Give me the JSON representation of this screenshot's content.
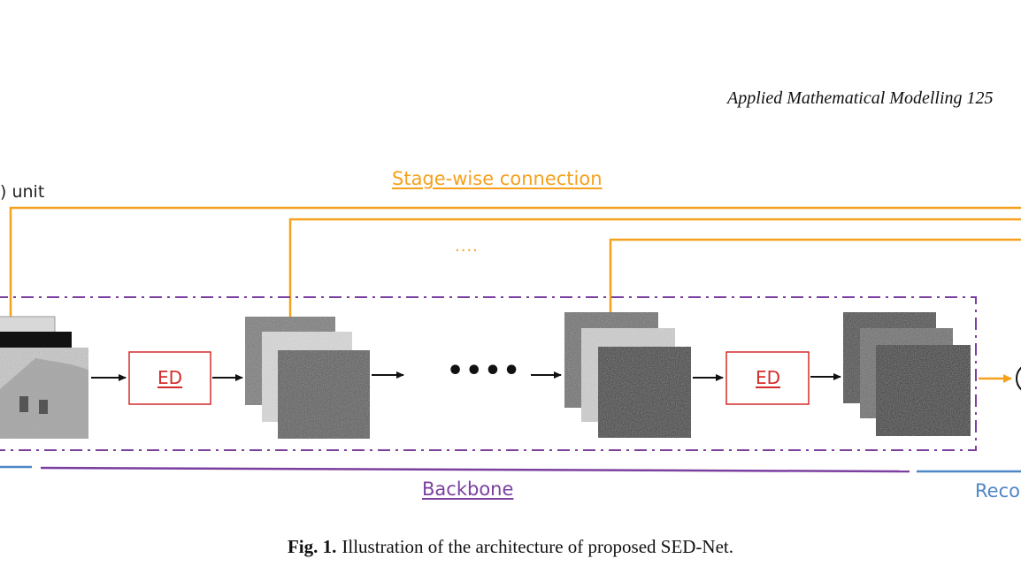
{
  "header": {
    "journal": "Applied Mathematical Modelling 125"
  },
  "diagram": {
    "unit_label": ") unit",
    "stage_label": "Stage-wise connection",
    "stage_dots": "....",
    "block_label_1": "ED",
    "block_label_2": "ED",
    "middle_dots": "••••",
    "backbone_label": "Backbone",
    "recon_label": "Recor"
  },
  "colors": {
    "stage_orange": "#f5a11d",
    "backbone_purple": "#7b3fa0",
    "recon_blue": "#4f86c6",
    "ed_red": "#d42b2b"
  },
  "caption": {
    "label": "Fig. 1.",
    "text": "Illustration of the architecture of proposed SED-Net."
  }
}
